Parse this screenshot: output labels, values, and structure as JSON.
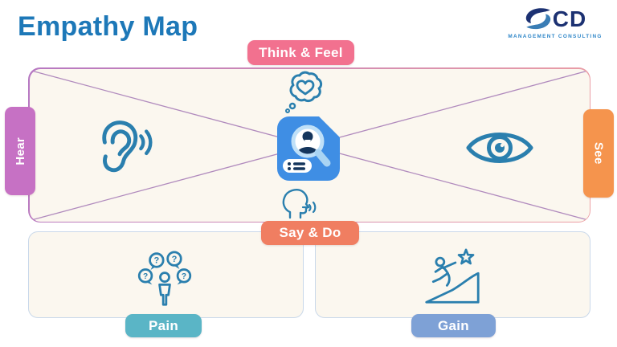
{
  "page": {
    "title": "Empathy Map"
  },
  "logo": {
    "brand_text": "CD",
    "tagline": "MANAGEMENT CONSULTING"
  },
  "map": {
    "top_label": "Think & Feel",
    "left_label": "Hear",
    "right_label": "See",
    "bottom_label": "Say & Do",
    "pain_label": "Pain",
    "gain_label": "Gain"
  },
  "icons": {
    "top": "thought-bubble-heart-icon",
    "left": "ear-icon",
    "right": "eye-icon",
    "bottom": "speaking-head-icon",
    "center": "persona-document-magnifier-icon",
    "pain": "person-question-bubbles-icon",
    "gain": "climber-star-icon"
  },
  "colors": {
    "title_blue": "#1d78b8",
    "logo_navy": "#1c3172",
    "logo_blue": "#2e86c8",
    "badge_think_feel": "#f2718f",
    "badge_hear": "#c671c4",
    "badge_see": "#f5944d",
    "badge_say_do": "#f07e61",
    "badge_pain": "#5ab5c6",
    "badge_gain": "#7ea1d6",
    "panel_bg": "#fbf7ef",
    "panel_border_purple": "#b678c2",
    "panel_border_pink": "#eda0a4",
    "bottom_panel_border": "#c9d8ea",
    "diagonal": "#b08abd",
    "icon_stroke": "#2a7fae",
    "center_icon_blue": "#3f8ee4",
    "center_icon_navy": "#14355c",
    "center_icon_light": "#a9d4f3"
  }
}
